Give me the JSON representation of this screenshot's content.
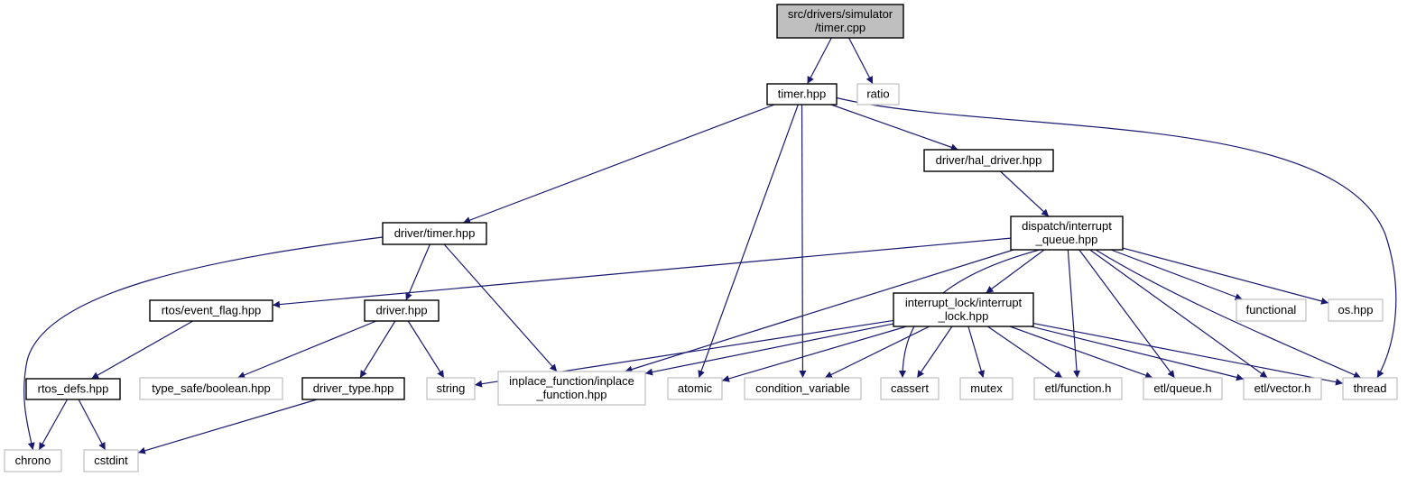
{
  "diagram": {
    "title": "Include dependency graph for src/drivers/simulator/timer.cpp",
    "colors": {
      "edge": "#191970",
      "root_fill": "#bfbfbf",
      "project_border": "#000000",
      "system_border": "#bfbfbf"
    },
    "nodes": [
      {
        "id": "root",
        "lines": [
          "src/drivers/simulator",
          "/timer.cpp"
        ],
        "kind": "root"
      },
      {
        "id": "timer_hpp",
        "lines": [
          "timer.hpp"
        ],
        "kind": "project"
      },
      {
        "id": "ratio",
        "lines": [
          "ratio"
        ],
        "kind": "system"
      },
      {
        "id": "hal_driver",
        "lines": [
          "driver/hal_driver.hpp"
        ],
        "kind": "project"
      },
      {
        "id": "driver_timer",
        "lines": [
          "driver/timer.hpp"
        ],
        "kind": "project"
      },
      {
        "id": "interrupt_queue",
        "lines": [
          "dispatch/interrupt",
          "_queue.hpp"
        ],
        "kind": "project"
      },
      {
        "id": "event_flag",
        "lines": [
          "rtos/event_flag.hpp"
        ],
        "kind": "project"
      },
      {
        "id": "driver_hpp",
        "lines": [
          "driver.hpp"
        ],
        "kind": "project"
      },
      {
        "id": "interrupt_lock",
        "lines": [
          "interrupt_lock/interrupt",
          "_lock.hpp"
        ],
        "kind": "project"
      },
      {
        "id": "functional",
        "lines": [
          "functional"
        ],
        "kind": "system"
      },
      {
        "id": "os_hpp",
        "lines": [
          "os.hpp"
        ],
        "kind": "system"
      },
      {
        "id": "rtos_defs",
        "lines": [
          "rtos_defs.hpp"
        ],
        "kind": "project"
      },
      {
        "id": "boolean",
        "lines": [
          "type_safe/boolean.hpp"
        ],
        "kind": "system"
      },
      {
        "id": "driver_type",
        "lines": [
          "driver_type.hpp"
        ],
        "kind": "project"
      },
      {
        "id": "string",
        "lines": [
          "string"
        ],
        "kind": "system"
      },
      {
        "id": "inplace_function",
        "lines": [
          "inplace_function/inplace",
          "_function.hpp"
        ],
        "kind": "system"
      },
      {
        "id": "atomic",
        "lines": [
          "atomic"
        ],
        "kind": "system"
      },
      {
        "id": "condition_variable",
        "lines": [
          "condition_variable"
        ],
        "kind": "system"
      },
      {
        "id": "cassert",
        "lines": [
          "cassert"
        ],
        "kind": "system"
      },
      {
        "id": "mutex",
        "lines": [
          "mutex"
        ],
        "kind": "system"
      },
      {
        "id": "etl_function",
        "lines": [
          "etl/function.h"
        ],
        "kind": "system"
      },
      {
        "id": "etl_queue",
        "lines": [
          "etl/queue.h"
        ],
        "kind": "system"
      },
      {
        "id": "etl_vector",
        "lines": [
          "etl/vector.h"
        ],
        "kind": "system"
      },
      {
        "id": "thread",
        "lines": [
          "thread"
        ],
        "kind": "system"
      },
      {
        "id": "chrono",
        "lines": [
          "chrono"
        ],
        "kind": "system"
      },
      {
        "id": "cstdint",
        "lines": [
          "cstdint"
        ],
        "kind": "system"
      }
    ],
    "edges": [
      [
        "root",
        "timer_hpp"
      ],
      [
        "root",
        "ratio"
      ],
      [
        "timer_hpp",
        "driver_timer"
      ],
      [
        "timer_hpp",
        "atomic"
      ],
      [
        "timer_hpp",
        "condition_variable"
      ],
      [
        "timer_hpp",
        "hal_driver"
      ],
      [
        "timer_hpp",
        "thread"
      ],
      [
        "hal_driver",
        "interrupt_queue"
      ],
      [
        "driver_timer",
        "chrono"
      ],
      [
        "driver_timer",
        "driver_hpp"
      ],
      [
        "driver_timer",
        "inplace_function"
      ],
      [
        "interrupt_queue",
        "event_flag"
      ],
      [
        "interrupt_queue",
        "inplace_function"
      ],
      [
        "interrupt_queue",
        "interrupt_lock"
      ],
      [
        "interrupt_queue",
        "cassert"
      ],
      [
        "interrupt_queue",
        "etl_function"
      ],
      [
        "interrupt_queue",
        "etl_queue"
      ],
      [
        "interrupt_queue",
        "etl_vector"
      ],
      [
        "interrupt_queue",
        "functional"
      ],
      [
        "interrupt_queue",
        "os_hpp"
      ],
      [
        "interrupt_queue",
        "thread"
      ],
      [
        "event_flag",
        "rtos_defs"
      ],
      [
        "driver_hpp",
        "boolean"
      ],
      [
        "driver_hpp",
        "driver_type"
      ],
      [
        "driver_hpp",
        "string"
      ],
      [
        "interrupt_lock",
        "string"
      ],
      [
        "interrupt_lock",
        "inplace_function"
      ],
      [
        "interrupt_lock",
        "atomic"
      ],
      [
        "interrupt_lock",
        "condition_variable"
      ],
      [
        "interrupt_lock",
        "cassert"
      ],
      [
        "interrupt_lock",
        "mutex"
      ],
      [
        "interrupt_lock",
        "etl_function"
      ],
      [
        "interrupt_lock",
        "etl_queue"
      ],
      [
        "interrupt_lock",
        "etl_vector"
      ],
      [
        "interrupt_lock",
        "thread"
      ],
      [
        "rtos_defs",
        "chrono"
      ],
      [
        "rtos_defs",
        "cstdint"
      ],
      [
        "driver_type",
        "cstdint"
      ]
    ]
  }
}
